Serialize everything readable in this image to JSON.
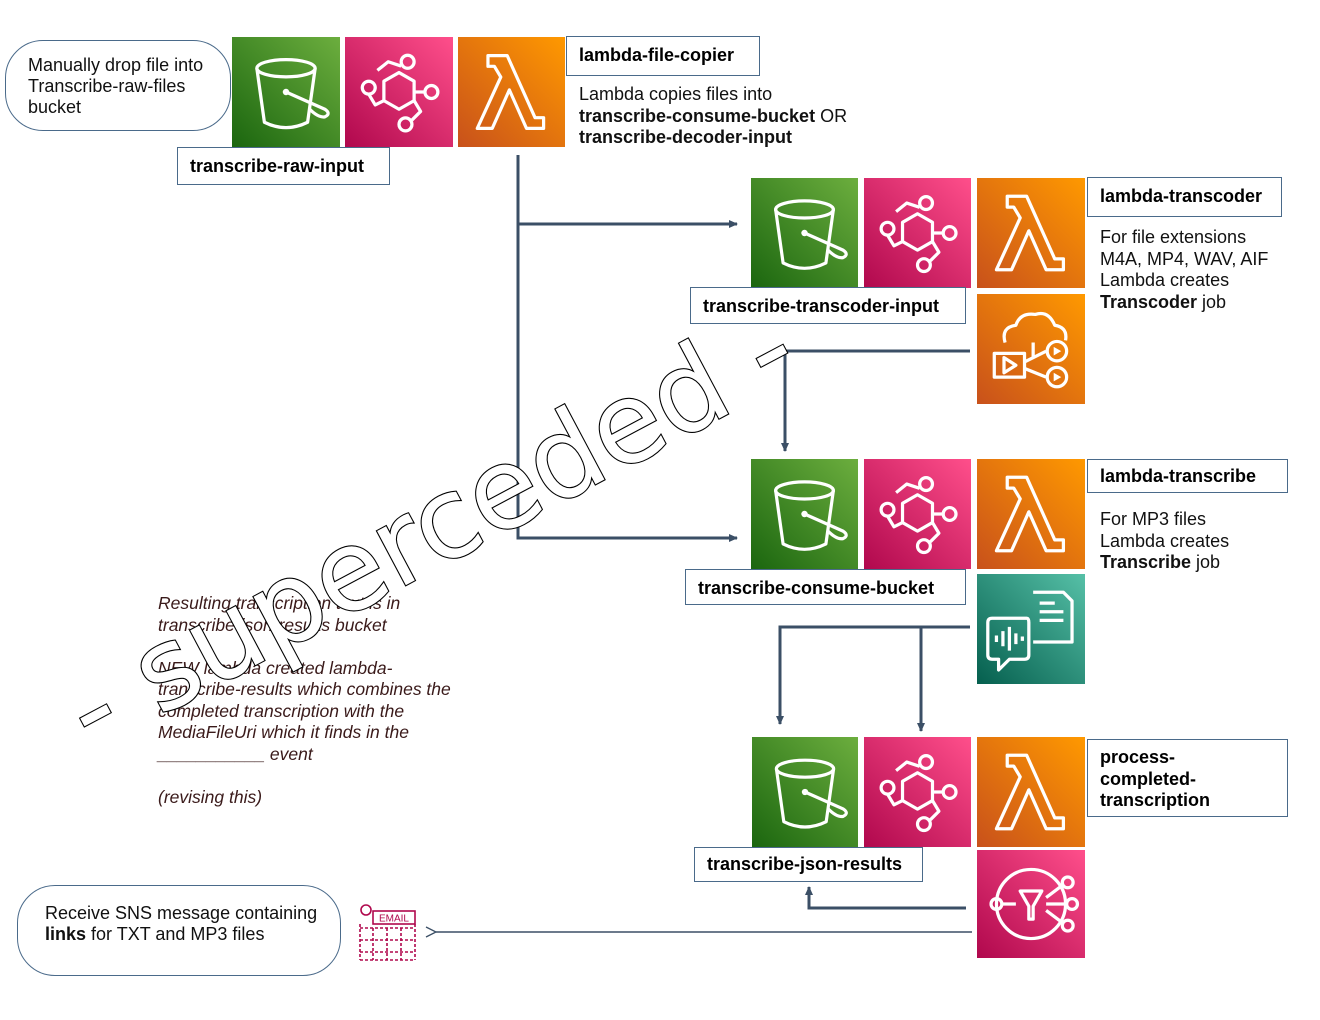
{
  "pills": {
    "manual_drop": [
      "Manually drop file into",
      "Transcribe-raw-files",
      "bucket"
    ],
    "sns_receive": {
      "pre": "Receive SNS message containing",
      "bold": "links",
      "post": " for TXT and MP3 files"
    }
  },
  "buckets": {
    "raw": "transcribe-raw-input",
    "transcoder": "transcribe-transcoder-input",
    "consume": "transcribe-consume-bucket",
    "json": "transcribe-json-results"
  },
  "lambdas": {
    "file_copier": {
      "name": "lambda-file-copier",
      "line1": "Lambda copies files into",
      "line2_bold": "transcribe-consume-bucket",
      "line2_tail": " OR",
      "line3_bold": "transcribe-decoder-input"
    },
    "transcoder": {
      "name": "lambda-transcoder",
      "line1": "For file extensions",
      "line2": "M4A, MP4, WAV, AIF",
      "line3": "Lambda creates",
      "line4_bold": "Transcoder",
      "line4_tail": " job"
    },
    "transcribe": {
      "name": "lambda-transcribe",
      "line1": "For MP3 files",
      "line2": "Lambda creates",
      "line3_bold": "Transcribe",
      "line3_tail": " job"
    },
    "completed": {
      "name_lines": [
        "process-",
        "completed-",
        "transcription"
      ]
    }
  },
  "note": {
    "lines": [
      "Resulting transcription text is in",
      "transcribe-json-results bucket",
      "",
      "NEW lambda created lambda-",
      "transcribe-results which combines the",
      "completed transcription with the",
      "MediaFileUri which it finds in the",
      "___________ event",
      "",
      "(revising this)"
    ]
  },
  "email_label": "EMAIL",
  "watermark": "- superceded -",
  "icons": {
    "s3": "s3-bucket-icon",
    "eventbridge": "eventbridge-icon",
    "lambda": "lambda-icon",
    "mediaconvert": "elemental-mediaconvert-icon",
    "transcribe": "transcribe-icon",
    "sns": "sns-icon",
    "email": "email-icon"
  },
  "colors": {
    "s3_green": "#3f8624",
    "event_pink": "#e7157b",
    "lambda_orange": "#ed7100",
    "transcribe_teal": "#01a88d",
    "arrow": "#3b4f66"
  }
}
